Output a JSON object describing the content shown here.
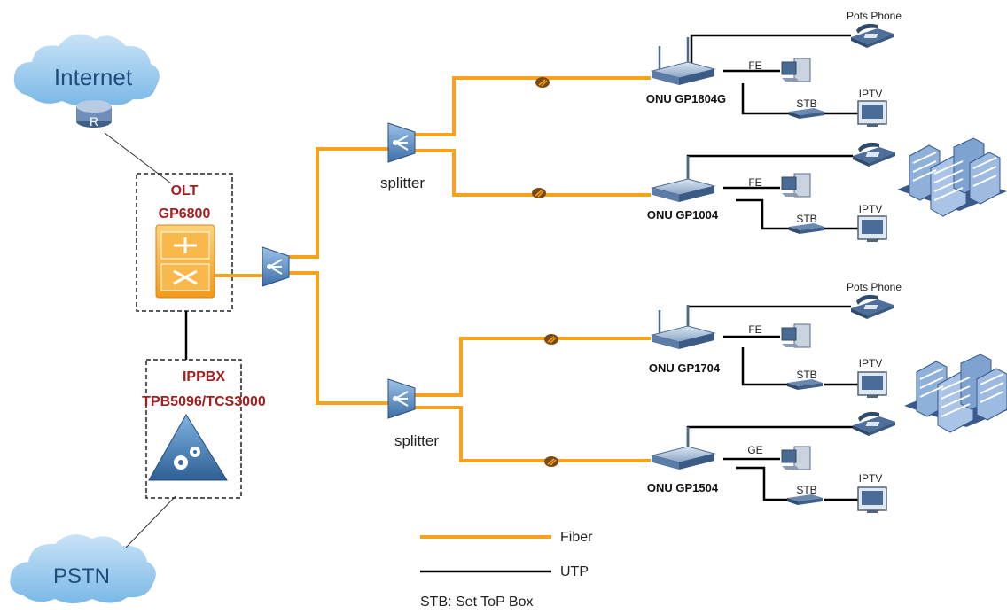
{
  "clouds": {
    "internet": "Internet",
    "pstn": "PSTN"
  },
  "olt": {
    "label1": "OLT",
    "label2": "GP6800"
  },
  "ippbx": {
    "label1": "IPPBX",
    "label2": "TPB5096/TCS3000"
  },
  "splitters": {
    "top": "splitter",
    "bottom": "splitter"
  },
  "onus": [
    {
      "name": "ONU GP1804G",
      "phone_label": "Pots Phone",
      "pc_link": "FE",
      "stb": "STB",
      "tv": "IPTV"
    },
    {
      "name": "ONU GP1004",
      "phone_label": "",
      "pc_link": "FE",
      "stb": "STB",
      "tv": "IPTV"
    },
    {
      "name": "ONU GP1704",
      "phone_label": "Pots Phone",
      "pc_link": "FE",
      "stb": "STB",
      "tv": "IPTV"
    },
    {
      "name": "ONU GP1504",
      "phone_label": "",
      "pc_link": "GE",
      "stb": "STB",
      "tv": "IPTV"
    }
  ],
  "legend": {
    "fiber": "Fiber",
    "utp": "UTP",
    "note": "STB: Set ToP Box"
  },
  "colors": {
    "fiber": "#f7a21b",
    "utp": "#000000",
    "device_blue": "#3a5a8c",
    "label_red": "#a31f1f",
    "cloud": "#8fc4ec"
  }
}
